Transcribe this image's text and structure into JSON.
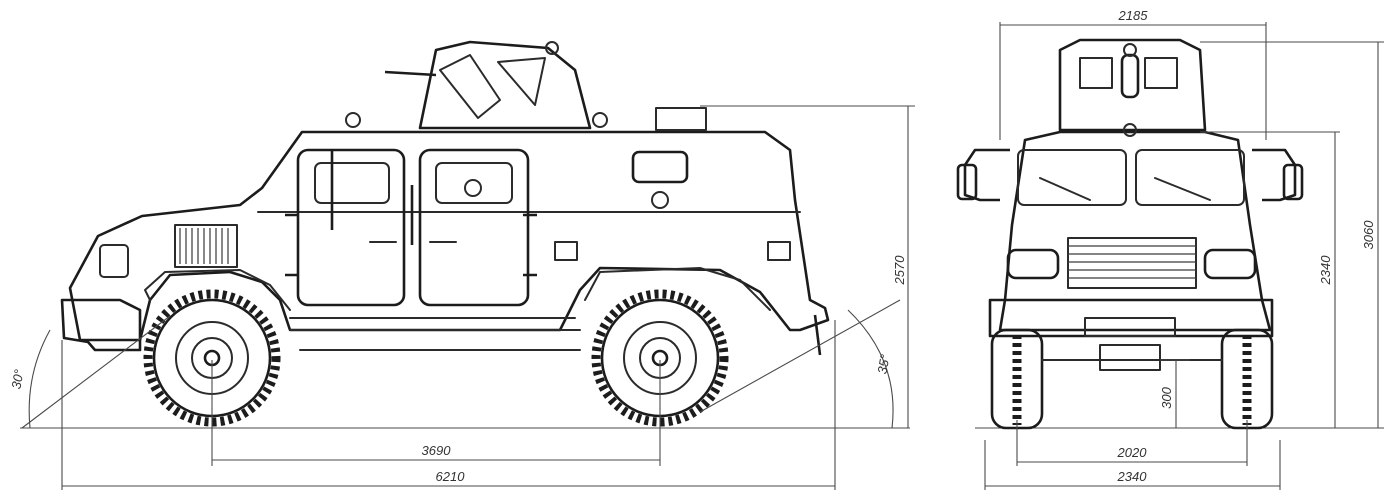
{
  "side_view": {
    "overall_length": "6210",
    "wheelbase": "3690",
    "overall_height": "2570",
    "approach_angle": "30°",
    "departure_angle": "35°"
  },
  "front_view": {
    "top_width": "2185",
    "overall_width": "2340",
    "track_width": "2020",
    "body_height": "2340",
    "total_height": "3060",
    "ground_clearance": "300"
  }
}
